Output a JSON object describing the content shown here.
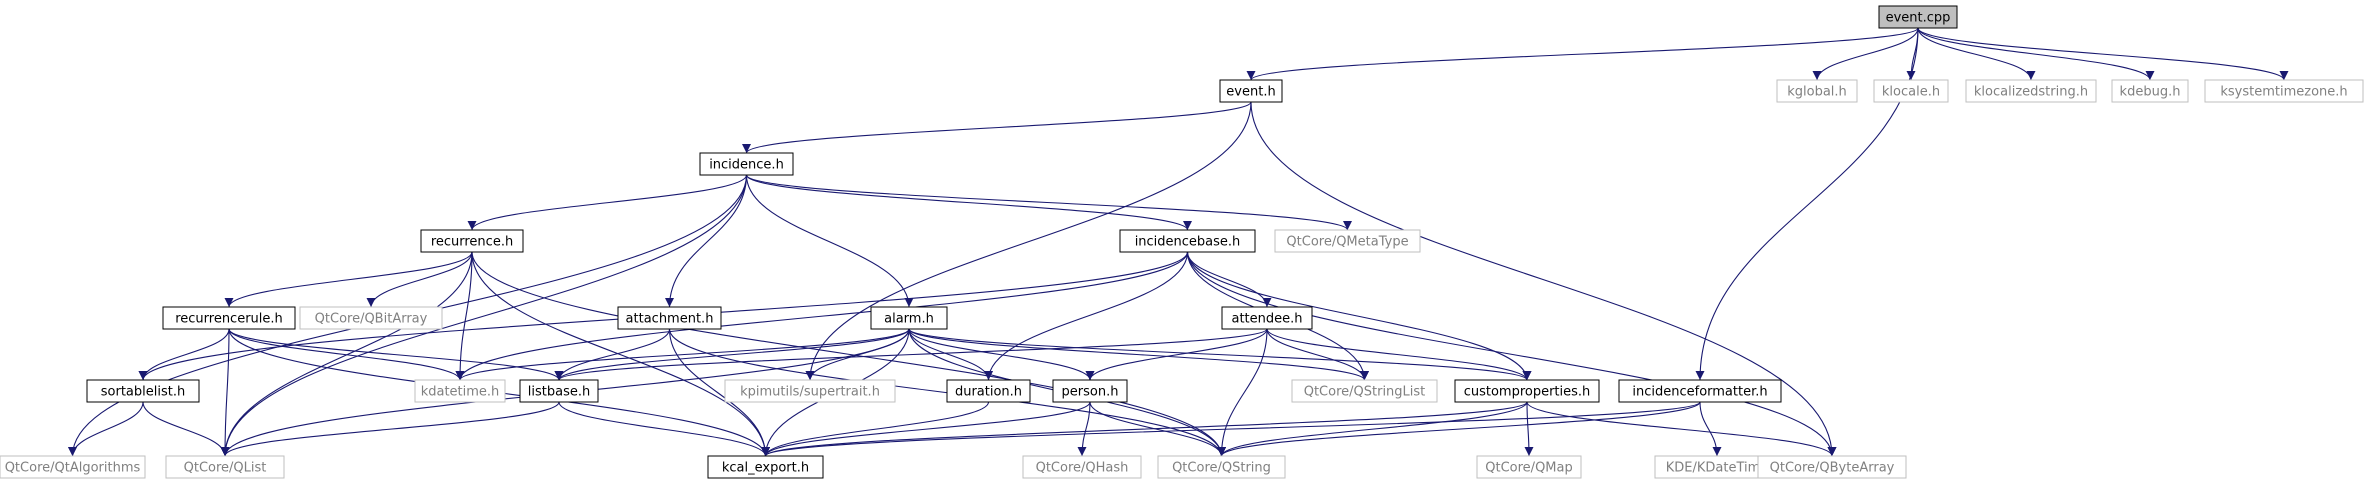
{
  "colors": {
    "edge": "#191970",
    "node_border_local": "#000000",
    "node_border_external": "#bfbfbf",
    "node_fill": "#ffffff",
    "node_fill_root": "#bfbfbf",
    "text_local": "#000000",
    "text_external": "#808080"
  },
  "nodes": [
    {
      "id": "event_cpp",
      "label": "event.cpp",
      "kind": "root"
    },
    {
      "id": "event_h",
      "label": "event.h",
      "kind": "local"
    },
    {
      "id": "kglobal_h",
      "label": "kglobal.h",
      "kind": "external"
    },
    {
      "id": "klocale_h",
      "label": "klocale.h",
      "kind": "external"
    },
    {
      "id": "klocalizedstring_h",
      "label": "klocalizedstring.h",
      "kind": "external"
    },
    {
      "id": "kdebug_h",
      "label": "kdebug.h",
      "kind": "external"
    },
    {
      "id": "ksystemtimezone_h",
      "label": "ksystemtimezone.h",
      "kind": "external"
    },
    {
      "id": "incidence_h",
      "label": "incidence.h",
      "kind": "local"
    },
    {
      "id": "recurrence_h",
      "label": "recurrence.h",
      "kind": "local"
    },
    {
      "id": "incidencebase_h",
      "label": "incidencebase.h",
      "kind": "local"
    },
    {
      "id": "qmetatype",
      "label": "QtCore/QMetaType",
      "kind": "external"
    },
    {
      "id": "recurrencerule_h",
      "label": "recurrencerule.h",
      "kind": "local"
    },
    {
      "id": "qbitarray",
      "label": "QtCore/QBitArray",
      "kind": "external"
    },
    {
      "id": "attachment_h",
      "label": "attachment.h",
      "kind": "local"
    },
    {
      "id": "alarm_h",
      "label": "alarm.h",
      "kind": "local"
    },
    {
      "id": "attendee_h",
      "label": "attendee.h",
      "kind": "local"
    },
    {
      "id": "sortablelist_h",
      "label": "sortablelist.h",
      "kind": "local"
    },
    {
      "id": "kdatetime_h",
      "label": "kdatetime.h",
      "kind": "external"
    },
    {
      "id": "listbase_h",
      "label": "listbase.h",
      "kind": "local"
    },
    {
      "id": "supertrait_h",
      "label": "kpimutils/supertrait.h",
      "kind": "external"
    },
    {
      "id": "duration_h",
      "label": "duration.h",
      "kind": "local"
    },
    {
      "id": "person_h",
      "label": "person.h",
      "kind": "local"
    },
    {
      "id": "qstringlist",
      "label": "QtCore/QStringList",
      "kind": "external"
    },
    {
      "id": "customproperties_h",
      "label": "customproperties.h",
      "kind": "local"
    },
    {
      "id": "incidenceformatter_h",
      "label": "incidenceformatter.h",
      "kind": "local"
    },
    {
      "id": "qtalgorithms",
      "label": "QtCore/QtAlgorithms",
      "kind": "external"
    },
    {
      "id": "qlist",
      "label": "QtCore/QList",
      "kind": "external"
    },
    {
      "id": "kcal_export_h",
      "label": "kcal_export.h",
      "kind": "local"
    },
    {
      "id": "qhash",
      "label": "QtCore/QHash",
      "kind": "external"
    },
    {
      "id": "qstring",
      "label": "QtCore/QString",
      "kind": "external"
    },
    {
      "id": "qmap",
      "label": "QtCore/QMap",
      "kind": "external"
    },
    {
      "id": "kdedatetime",
      "label": "KDE/KDateTime",
      "kind": "external"
    },
    {
      "id": "qbytearray",
      "label": "QtCore/QByteArray",
      "kind": "external"
    }
  ],
  "edges": [
    [
      "event_cpp",
      "event_h"
    ],
    [
      "event_cpp",
      "kglobal_h"
    ],
    [
      "event_cpp",
      "klocale_h"
    ],
    [
      "event_cpp",
      "klocalizedstring_h"
    ],
    [
      "event_cpp",
      "kdebug_h"
    ],
    [
      "event_cpp",
      "ksystemtimezone_h"
    ],
    [
      "event_cpp",
      "incidenceformatter_h"
    ],
    [
      "event_h",
      "incidence_h"
    ],
    [
      "event_h",
      "supertrait_h"
    ],
    [
      "event_h",
      "qbytearray"
    ],
    [
      "incidence_h",
      "recurrence_h"
    ],
    [
      "incidence_h",
      "incidencebase_h"
    ],
    [
      "incidence_h",
      "qmetatype"
    ],
    [
      "incidence_h",
      "attachment_h"
    ],
    [
      "incidence_h",
      "alarm_h"
    ],
    [
      "incidence_h",
      "qlist"
    ],
    [
      "incidence_h",
      "qtalgorithms"
    ],
    [
      "recurrence_h",
      "recurrencerule_h"
    ],
    [
      "recurrence_h",
      "qbitarray"
    ],
    [
      "recurrence_h",
      "kdatetime_h"
    ],
    [
      "recurrence_h",
      "kcal_export_h"
    ],
    [
      "recurrence_h",
      "qstring"
    ],
    [
      "recurrence_h",
      "qlist"
    ],
    [
      "incidencebase_h",
      "attendee_h"
    ],
    [
      "incidencebase_h",
      "customproperties_h"
    ],
    [
      "incidencebase_h",
      "duration_h"
    ],
    [
      "incidencebase_h",
      "sortablelist_h"
    ],
    [
      "incidencebase_h",
      "kdatetime_h"
    ],
    [
      "incidencebase_h",
      "qstringlist"
    ],
    [
      "incidencebase_h",
      "qbytearray"
    ],
    [
      "recurrencerule_h",
      "sortablelist_h"
    ],
    [
      "recurrencerule_h",
      "kdatetime_h"
    ],
    [
      "recurrencerule_h",
      "listbase_h"
    ],
    [
      "recurrencerule_h",
      "qlist"
    ],
    [
      "recurrencerule_h",
      "kcal_export_h"
    ],
    [
      "attachment_h",
      "listbase_h"
    ],
    [
      "attachment_h",
      "kcal_export_h"
    ],
    [
      "attachment_h",
      "qstring"
    ],
    [
      "alarm_h",
      "kdatetime_h"
    ],
    [
      "alarm_h",
      "listbase_h"
    ],
    [
      "alarm_h",
      "supertrait_h"
    ],
    [
      "alarm_h",
      "duration_h"
    ],
    [
      "alarm_h",
      "person_h"
    ],
    [
      "alarm_h",
      "customproperties_h"
    ],
    [
      "alarm_h",
      "qstringlist"
    ],
    [
      "alarm_h",
      "qstring"
    ],
    [
      "alarm_h",
      "kcal_export_h"
    ],
    [
      "alarm_h",
      "qlist"
    ],
    [
      "attendee_h",
      "person_h"
    ],
    [
      "attendee_h",
      "customproperties_h"
    ],
    [
      "attendee_h",
      "listbase_h"
    ],
    [
      "attendee_h",
      "qstringlist"
    ],
    [
      "attendee_h",
      "qstring"
    ],
    [
      "sortablelist_h",
      "qtalgorithms"
    ],
    [
      "sortablelist_h",
      "qlist"
    ],
    [
      "listbase_h",
      "kcal_export_h"
    ],
    [
      "listbase_h",
      "qlist"
    ],
    [
      "duration_h",
      "kcal_export_h"
    ],
    [
      "person_h",
      "kcal_export_h"
    ],
    [
      "person_h",
      "qhash"
    ],
    [
      "person_h",
      "qstring"
    ],
    [
      "customproperties_h",
      "qstring"
    ],
    [
      "customproperties_h",
      "qmap"
    ],
    [
      "customproperties_h",
      "qbytearray"
    ],
    [
      "customproperties_h",
      "kcal_export_h"
    ],
    [
      "incidenceformatter_h",
      "kdedatetime"
    ],
    [
      "incidenceformatter_h",
      "qstring"
    ],
    [
      "incidenceformatter_h",
      "kcal_export_h"
    ]
  ]
}
